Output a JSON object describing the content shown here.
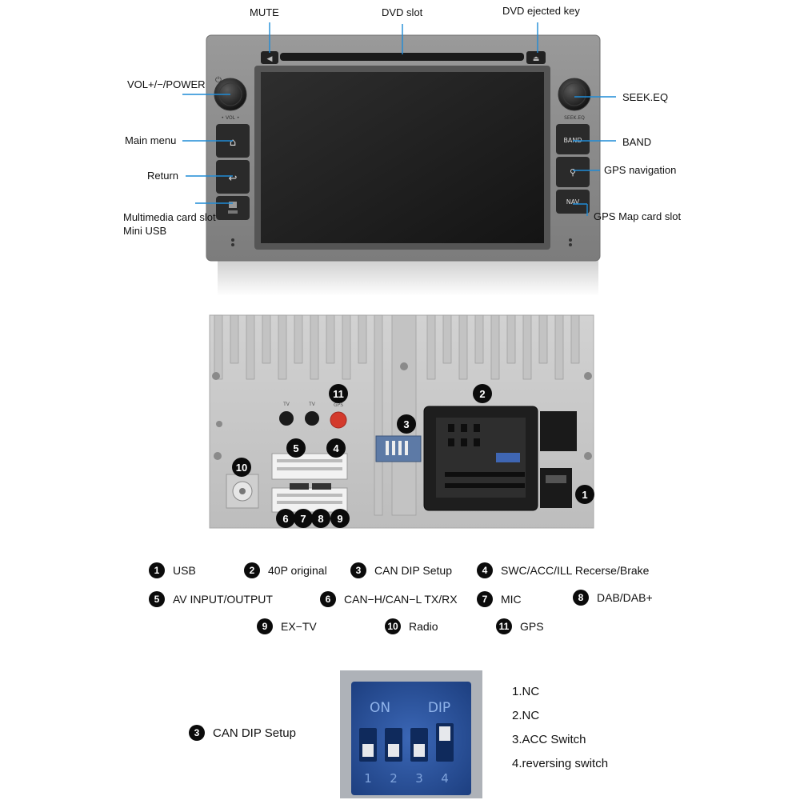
{
  "front_labels": {
    "mute": "MUTE",
    "dvd_slot": "DVD slot",
    "dvd_eject": "DVD ejected key",
    "vol_power": "VOL+/−/POWER",
    "seek_eq": "SEEK.EQ",
    "main_menu": "Main menu",
    "band": "BAND",
    "return": "Return",
    "gps_navigation": "GPS navigation",
    "multimedia_slot_line1": "Multimedia card slot",
    "multimedia_slot_line2": "Mini USB",
    "gps_map_slot": "GPS Map card slot"
  },
  "device_text": {
    "vol": "• VOL •",
    "seek": "SEEK.EQ",
    "band_btn": "BAND",
    "nav_btn": "NAV",
    "tv1": "TV",
    "tv2": "TV",
    "gps_port": "GPS"
  },
  "rear_markers": {
    "m1": "1",
    "m2": "2",
    "m3": "3",
    "m4": "4",
    "m5": "5",
    "m6": "6",
    "m7": "7",
    "m8": "8",
    "m9": "9",
    "m10": "10",
    "m11": "11"
  },
  "legend": [
    {
      "num": "1",
      "label": "USB"
    },
    {
      "num": "2",
      "label": "40P original"
    },
    {
      "num": "3",
      "label": "CAN DIP Setup"
    },
    {
      "num": "4",
      "label": "SWC/ACC/ILL Recerse/Brake"
    },
    {
      "num": "5",
      "label": "AV INPUT/OUTPUT"
    },
    {
      "num": "6",
      "label": "CAN−H/CAN−L TX/RX"
    },
    {
      "num": "7",
      "label": "MIC"
    },
    {
      "num": "8",
      "label": "DAB/DAB+"
    },
    {
      "num": "9",
      "label": "EX−TV"
    },
    {
      "num": "10",
      "label": "Radio"
    },
    {
      "num": "11",
      "label": "GPS"
    }
  ],
  "dip": {
    "num": "3",
    "title": "CAN DIP Setup",
    "on": "ON",
    "dip_label": "DIP",
    "switch_numbers": [
      "1",
      "2",
      "3",
      "4"
    ],
    "items": [
      "1.NC",
      "2.NC",
      "3.ACC Switch",
      "4.reversing switch"
    ]
  }
}
